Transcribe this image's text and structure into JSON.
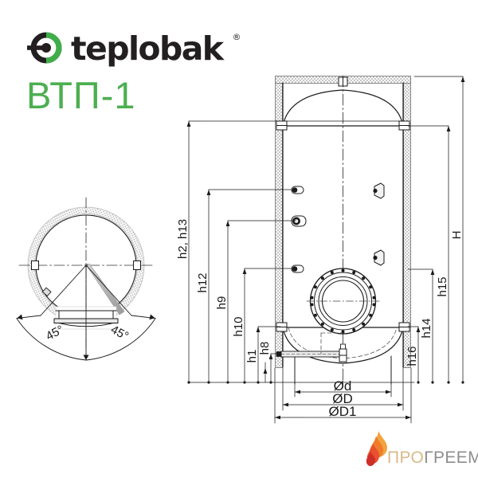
{
  "brand": {
    "name": "teplobak",
    "registered_mark": "®",
    "logo_icon": "circle-target-icon",
    "colors": {
      "dark": "#231f20",
      "green": "#4caf50"
    }
  },
  "model": {
    "code": "ВТП-1",
    "color": "#4caf50"
  },
  "watermark": {
    "icon": "flame-icon",
    "text_part1": "ПРО",
    "text_part2": "ГРЕЕМ",
    "color_part1": "#d9b98a",
    "color_part2": "#8d8d8d",
    "flame_colors": [
      "#f5a623",
      "#ef7c2a",
      "#e84f35",
      "#d1342a"
    ]
  },
  "drawing": {
    "line_color": "#1a1a1a",
    "insulation_fill": "#d8d8d8",
    "top_view": {
      "title": "tank-top-view",
      "angle_labels": [
        "45°",
        "45°"
      ]
    },
    "front_view": {
      "title": "tank-front-view",
      "vertical_dimensions_left": [
        {
          "label": "h2, h13"
        },
        {
          "label": "h12"
        },
        {
          "label": "h9"
        },
        {
          "label": "h10"
        },
        {
          "label": "h1"
        },
        {
          "label": "h8"
        }
      ],
      "vertical_dimensions_right": [
        {
          "label": "h16"
        },
        {
          "label": "h14"
        },
        {
          "label": "h15"
        },
        {
          "label": "H"
        }
      ],
      "horizontal_dimensions": [
        {
          "label": "Ød"
        },
        {
          "label": "ØD"
        },
        {
          "label": "ØD1"
        }
      ]
    }
  }
}
